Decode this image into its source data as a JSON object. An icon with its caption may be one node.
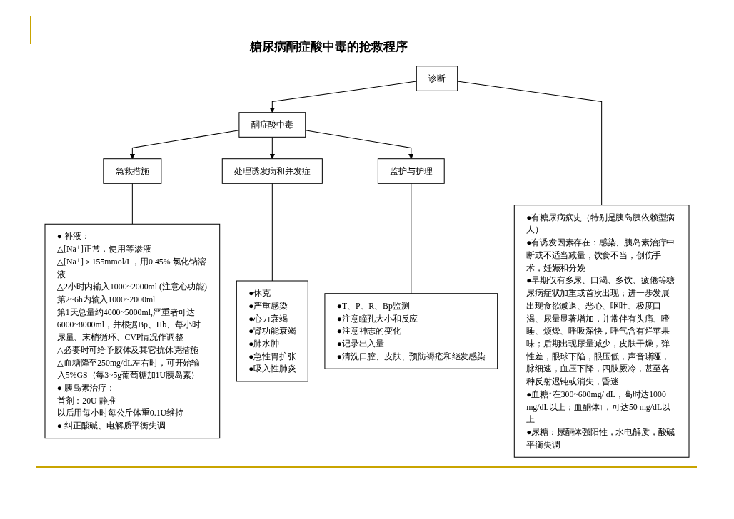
{
  "diagram": {
    "title": "糖尿病酮症酸中毒的抢救程序",
    "nodes": [
      {
        "text": [
          "诊断"
        ]
      },
      {
        "text": [
          "酮症酸中毒"
        ]
      },
      {
        "text": [
          "●有糖尿病病史（特别是胰岛胰依赖型病人）",
          "●有诱发因素存在：感染、胰岛素治疗中断或不适当减量，饮食不当，创伤手术，妊娠和分娩",
          "●早期仅有多尿、口渴、多饮、疲倦等糖尿病症状加重或首次出现；进一步发展出现食欲减退、恶心、呕吐、极度口渴、尿量显著增加，并常伴有头痛、嗜睡、烦燥、呼吸深快，呼气含有烂苹果味；后期出现尿量减少，皮肤干燥，弹性差，眼球下陷，眼压低，声音嘶哑，脉细速，血压下降，四肢厥冷，甚至各种反射迟钝或消失，昏迷",
          "●血糖↑在300~600mg/ dL，高时达1000 mg/dL以上；血酮体↑，可达50 mg/dL以上",
          "●尿糖：尿酮体强阳性，水电解质，酸碱平衡失调"
        ]
      },
      {
        "text": [
          "急救措施"
        ]
      },
      {
        "text": [
          "处理诱发病和并发症"
        ]
      },
      {
        "text": [
          "监护与护理"
        ]
      },
      {
        "text": [
          "● 补液：",
          "△[Na⁺]正常，使用等渗液",
          "△[Na⁺]＞155mmol/L，用0.45% 氯化钠溶液",
          "△2小时内输入1000~2000ml (注意心功能)",
          "第2~6h内输入1000~2000ml",
          "第1天总量约4000~5000ml,严重者可达6000~8000ml，并根据Bp、Hb、每小时尿量、末梢循环、CVP情况作调整",
          "△必要时可给予胶体及其它抗休克措施",
          "△血糖降至250mg/dL左右时，可开始输入5%GS（每3~5g葡萄糖加1U胰岛素）",
          "● 胰岛素治疗：",
          "首剂：20U 静推",
          "以后用每小时每公斤体重0.1U维持",
          "● 纠正酸碱、电解质平衡失调"
        ]
      },
      {
        "text": [
          "●休克",
          "●严重感染",
          "●心力衰竭",
          "●肾功能衰竭",
          "●肺水肿",
          "●急性胃扩张",
          "●吸入性肺炎"
        ]
      },
      {
        "text": [
          "●T、P、R、Bp监测",
          "●注意瞳孔大小和反应",
          "●注意神志的变化",
          "●记录出入量",
          "●清洗口腔、皮肤、预防褥疮和继发感染"
        ]
      }
    ],
    "edges": [
      {
        "from": 0,
        "to": 1,
        "arrow": "to"
      },
      {
        "from": 0,
        "to": 2,
        "arrow": "none"
      },
      {
        "from": 1,
        "to": 3,
        "arrow": "to"
      },
      {
        "from": 1,
        "to": 4,
        "arrow": "to"
      },
      {
        "from": 1,
        "to": 5,
        "arrow": "to"
      },
      {
        "from": 3,
        "to": 6,
        "arrow": "none"
      },
      {
        "from": 4,
        "to": 7,
        "arrow": "none"
      },
      {
        "from": 5,
        "to": 8,
        "arrow": "none"
      }
    ]
  }
}
